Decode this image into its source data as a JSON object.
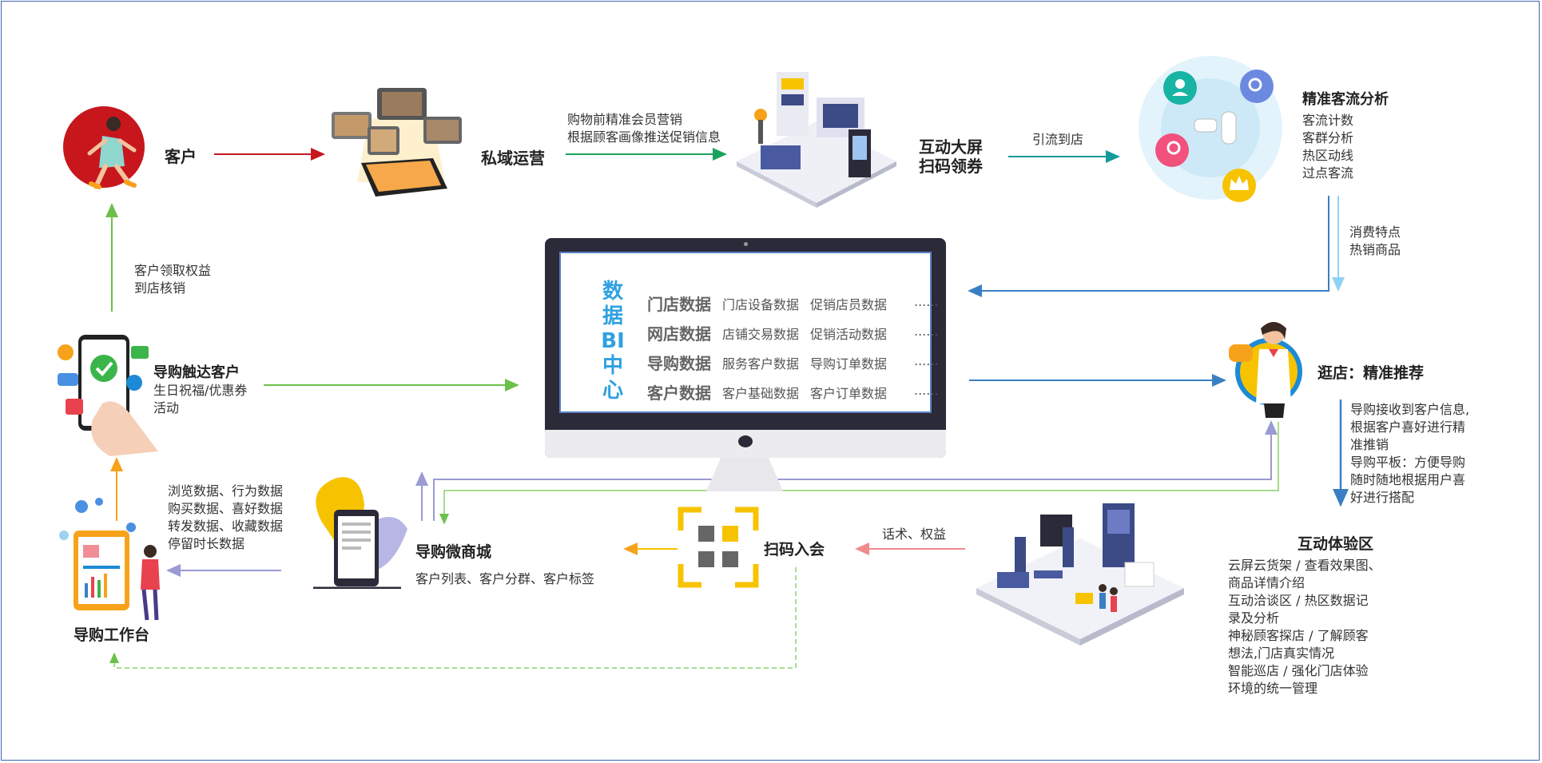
{
  "customer": {
    "label": "客户"
  },
  "private_ops": {
    "label": "私域运营"
  },
  "precision_marketing": {
    "line1": "购物前精准会员营销",
    "line2": "根据顾客画像推送促销信息"
  },
  "big_screen": {
    "line1": "互动大屏",
    "line2": "扫码领券"
  },
  "drain_to_store": {
    "label": "引流到店"
  },
  "traffic_analysis": {
    "title": "精准客流分析",
    "items": [
      "客流计数",
      "客群分析",
      "热区动线",
      "过点客流"
    ]
  },
  "consumption": {
    "text": "消费特点\n热销商品"
  },
  "claim_rights": {
    "text": "客户领取权益\n到店核销"
  },
  "guide_reach": {
    "title": "导购触达客户",
    "desc": "生日祝福/优惠券\n活动"
  },
  "bi_center": {
    "title": [
      "数",
      "据",
      "BI",
      "中",
      "心"
    ],
    "rows": [
      {
        "key": "门店数据",
        "v1": "门店设备数据",
        "v2": "促销店员数据",
        "more": "......"
      },
      {
        "key": "网店数据",
        "v1": "店铺交易数据",
        "v2": "促销活动数据",
        "more": "......"
      },
      {
        "key": "导购数据",
        "v1": "服务客户数据",
        "v2": "导购订单数据",
        "more": "......"
      },
      {
        "key": "客户数据",
        "v1": "客户基础数据",
        "v2": "客户订单数据",
        "more": "......"
      }
    ]
  },
  "store_visit": {
    "label": "逛店：精准推荐"
  },
  "guide_info": {
    "text": "导购接收到客户信息,\n根据客户喜好进行精\n准推销\n导购平板：方便导购\n随时随地根据用户喜\n好进行搭配"
  },
  "browse_data": {
    "text": "浏览数据、行为数据\n购买数据、喜好数据\n转发数据、收藏数据\n停留时长数据"
  },
  "micro_mall": {
    "title": "导购微商城",
    "desc": "客户列表、客户分群、客户标签"
  },
  "scan_join": {
    "label": "扫码入会"
  },
  "script_rights": {
    "label": "话术、权益"
  },
  "experience_zone": {
    "title": "互动体验区",
    "text": "云屏云货架 / 查看效果图、\n商品详情介绍\n互动洽谈区 / 热区数据记\n录及分析\n神秘顾客探店 / 了解顾客\n想法,门店真实情况\n智能巡店 / 强化门店体验\n环境的统一管理"
  },
  "workbench": {
    "label": "导购工作台"
  },
  "colors": {
    "red": "#c8161d",
    "green": "#1aa35a",
    "teal": "#139a9a",
    "lightblue": "#8fd3f4",
    "blue": "#3a7fc4",
    "lime": "#6cc04a",
    "orange": "#f7a21b",
    "purple": "#9a9ad4",
    "pink": "#f08a8f",
    "yellow": "#f7c300",
    "bi_blue": "#2ea1e0"
  }
}
